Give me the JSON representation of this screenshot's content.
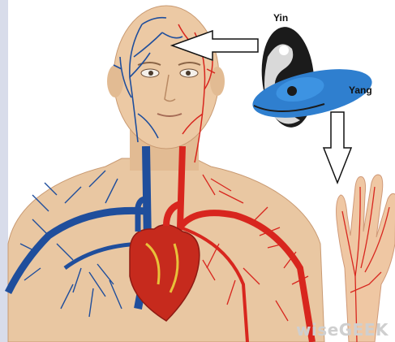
{
  "labels": {
    "yin": "Yin",
    "yang": "Yang"
  },
  "watermark": "wiseGEEK",
  "colors": {
    "skin": "#e9c7a2",
    "veins": "#1f4e9c",
    "arteries": "#d8261e",
    "heart": "#c62a1d",
    "yin_symbol": "#111111",
    "yang_symbol": "#2f7fcf"
  },
  "icons": [
    "yin-yang-icon",
    "arrow-left-icon",
    "arrow-down-icon"
  ]
}
